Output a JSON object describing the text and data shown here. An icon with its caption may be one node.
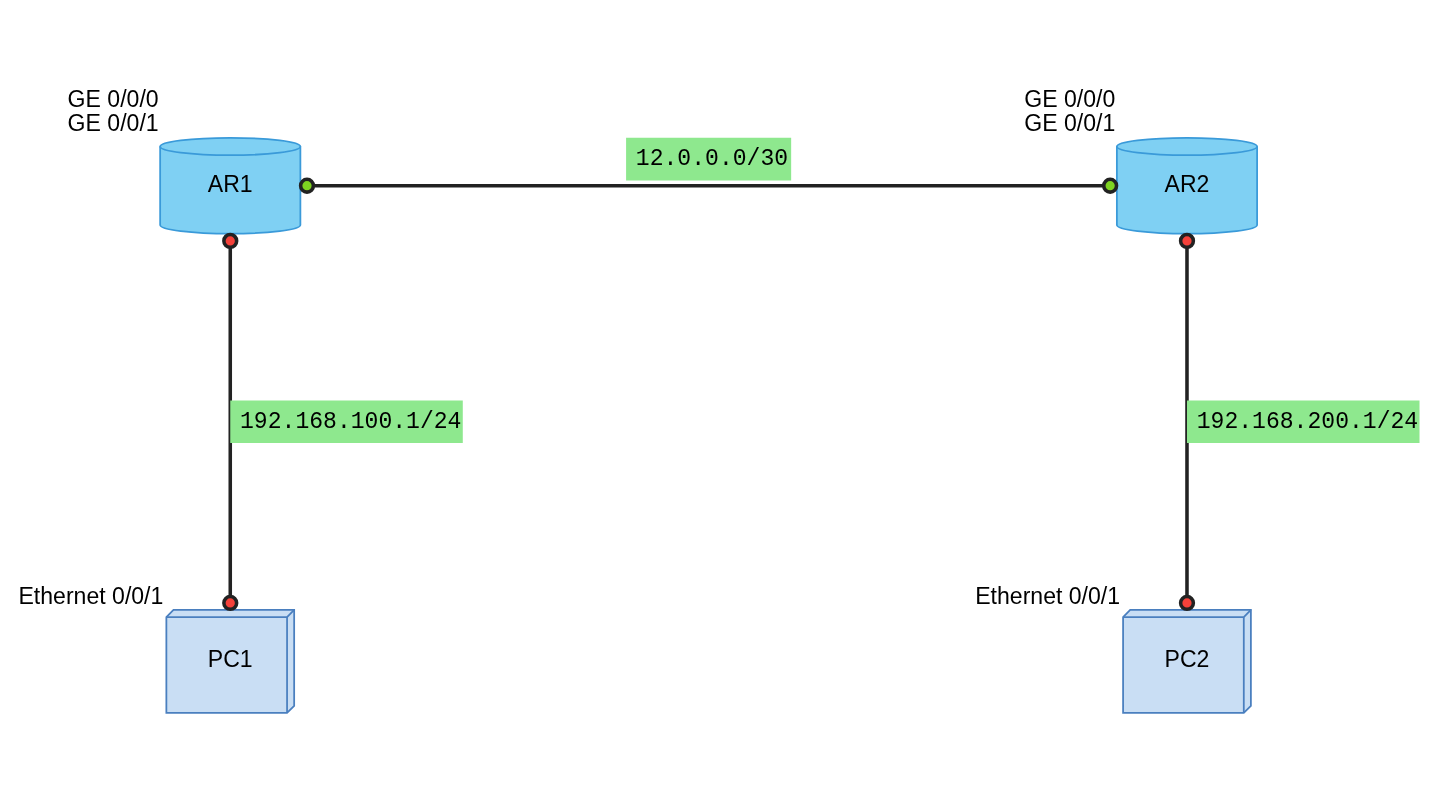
{
  "diagram": {
    "nodes": [
      {
        "text": [
          "AR1"
        ],
        "beside": [
          "GE 0/0/0",
          "GE 0/0/1"
        ]
      },
      {
        "text": [
          "AR2"
        ],
        "beside": [
          "GE 0/0/0",
          "GE 0/0/1"
        ]
      },
      {
        "text": [
          "PC1"
        ],
        "beside": [
          "Ethernet 0/0/1"
        ]
      },
      {
        "text": [
          "PC2"
        ],
        "beside": [
          "Ethernet 0/0/1"
        ]
      }
    ],
    "edges": [
      {
        "from": 0,
        "to": 1,
        "arrow": "other",
        "label": "12.0.0.0/30"
      },
      {
        "from": 0,
        "to": 2,
        "arrow": "other",
        "label": "192.168.100.1/24"
      },
      {
        "from": 1,
        "to": 3,
        "arrow": "other",
        "label": "192.168.200.1/24"
      }
    ]
  }
}
